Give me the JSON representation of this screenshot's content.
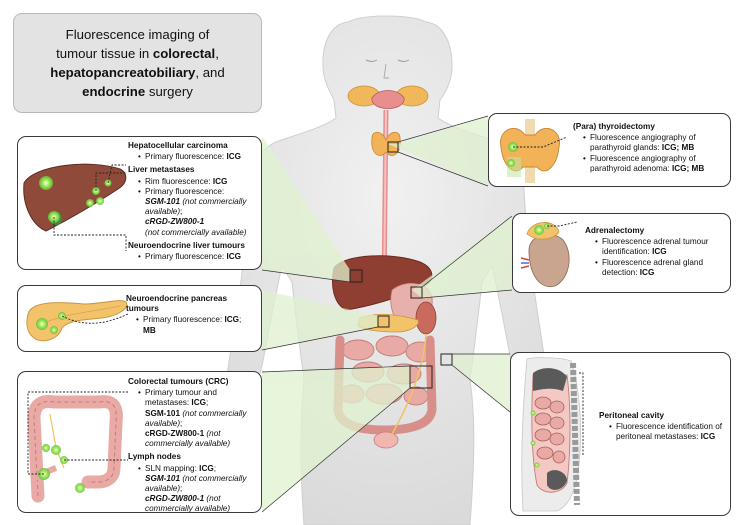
{
  "title": {
    "line1": "Fluorescence imaging of",
    "line2a": "tumour tissue in ",
    "line2b": "colorectal",
    "line3a": "hepatopancreatobiliary",
    "line3b": ", and",
    "line4a": "endocrine",
    "line4b": " surgery"
  },
  "liver_panel": {
    "hcc_heading": "Hepatocellular carcinoma",
    "hcc_item_prefix": "Primary fluorescence: ",
    "hcc_item_agent": "ICG",
    "mets_heading": "Liver metastases",
    "mets_item1_prefix": "Rim fluorescence: ",
    "mets_item1_agent": "ICG",
    "mets_item2_prefix": "Primary fluorescence:",
    "mets_agent_a": "SGM-101",
    "mets_note_a": " (not commercially available)",
    "mets_sep": ";",
    "mets_agent_b": "cRGD-ZW800-1",
    "mets_note_b": "(not commercially available)",
    "net_heading": "Neuroendocrine liver tumours",
    "net_item_prefix": "Primary fluorescence: ",
    "net_item_agent": "ICG"
  },
  "pancreas_panel": {
    "heading_line1": "Neuroendocrine pancreas",
    "heading_line2": "tumours",
    "item_prefix": "Primary fluorescence: ",
    "item_agent1": "ICG",
    "item_sep": ";",
    "item_agent2": "MB"
  },
  "colorectal_panel": {
    "crc_heading": "Colorectal tumours (CRC)",
    "crc_item_line1": "Primary tumour and",
    "crc_item_line2": "metastases: ",
    "crc_agent1": "ICG",
    "crc_sep1": ";",
    "crc_agent2": "SGM-101",
    "crc_note2": " (not commercially available)",
    "crc_sep2": ";",
    "crc_agent3": "cRGD-ZW800-1",
    "crc_note3": " (not commercially available)",
    "ln_heading": "Lymph nodes",
    "ln_item_prefix": "SLN mapping: ",
    "ln_agent1": "ICG",
    "ln_sep1": ";",
    "ln_agent2": "SGM-101",
    "ln_note2": " (not commercially available)",
    "ln_sep2": ";",
    "ln_agent3": "cRGD-ZW800-1",
    "ln_note3": " (not commercially available)"
  },
  "thyroid_panel": {
    "heading": "(Para) thyroidectomy",
    "item1_line1": "Fluorescence angiography of",
    "item1_line2": "parathyroid glands: ",
    "item1_agent1": "ICG",
    "item1_sep": "; ",
    "item1_agent2": "MB",
    "item2_line1": "Fluorescence angiography of",
    "item2_line2": "parathyroid adenoma: ",
    "item2_agent1": "ICG",
    "item2_sep": "; ",
    "item2_agent2": "MB"
  },
  "adrenal_panel": {
    "heading": "Adrenalectomy",
    "item1_line1": "Fluorescence adrenal tumour",
    "item1_line2": "identification: ",
    "item1_agent": "ICG",
    "item2_line1": "Fluorescence adrenal gland",
    "item2_line2": "detection: ",
    "item2_agent": "ICG"
  },
  "peritoneal_panel": {
    "heading": "Peritoneal cavity",
    "item_line1": "Fluorescence identification of",
    "item_line2": "peritoneal metastases: ",
    "item_agent": "ICG"
  },
  "colors": {
    "fluorescence_green": "#7ed957",
    "liver_brown": "#8f4a3a",
    "pancreas_orange": "#f2c36b",
    "colon_pink": "#e9a9a4",
    "body_grey": "#e6e6e6",
    "callout_green": "#dff1cf",
    "panel_border": "#3a3a3a",
    "title_bg": "#e3e3e3"
  }
}
